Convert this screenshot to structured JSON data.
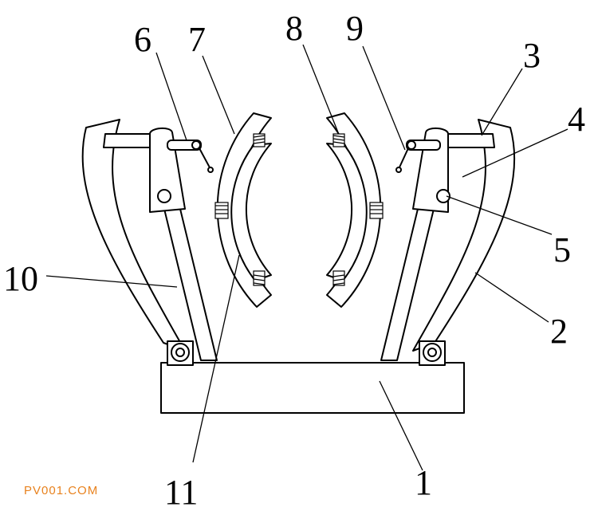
{
  "figure": {
    "labels": {
      "n1": "1",
      "n2": "2",
      "n3": "3",
      "n4": "4",
      "n5": "5",
      "n6": "6",
      "n7": "7",
      "n8": "8",
      "n9": "9",
      "n10": "10",
      "n11": "11"
    },
    "watermark": "PV001.COM"
  },
  "colors": {
    "line": "#000000",
    "background": "#ffffff",
    "watermark": "#e8821e"
  }
}
